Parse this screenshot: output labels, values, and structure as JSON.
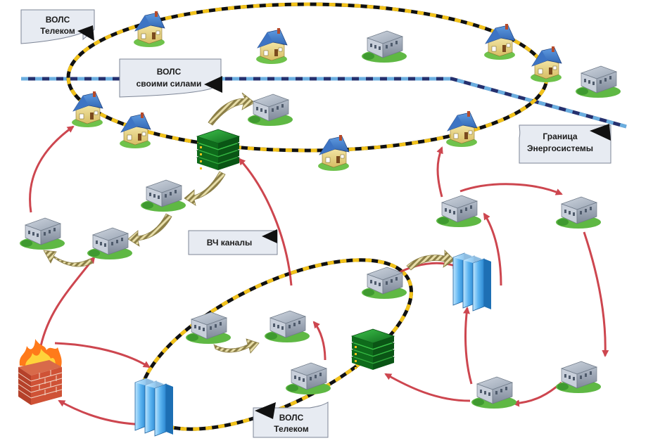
{
  "callouts": {
    "telecom_top": {
      "line1": "ВОЛС",
      "line2": "Телеком"
    },
    "own_forces": {
      "line1": "ВОЛС",
      "line2": "своими силами"
    },
    "grid_boundary": {
      "line1": "Граница",
      "line2": "Энергосистемы"
    },
    "hf_channels": {
      "line1": "ВЧ каналы"
    },
    "telecom_bottom": {
      "line1": "ВОЛС",
      "line2": "Телеком"
    }
  },
  "icons": {
    "house": "house-icon",
    "substation": "substation-building-icon",
    "router": "router-stack-icon",
    "server": "server-rack-icon",
    "firewall": "firewall-icon"
  },
  "colors": {
    "fiber_dark": "#111111",
    "fiber_light": "#f2c21a",
    "boundary_dark": "#25306e",
    "boundary_light": "#6aaee0",
    "link_arrow": "#c8323c",
    "radio_arrow": "#b7a866",
    "callout_fill": "#e7ebf2"
  }
}
